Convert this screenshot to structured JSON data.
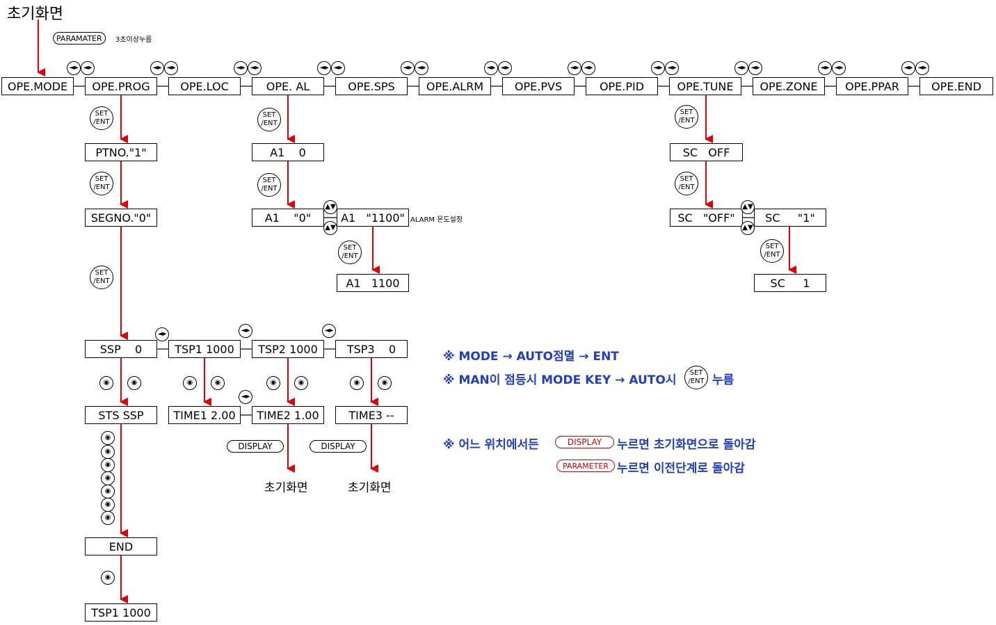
{
  "header": {
    "title": "초기화면",
    "paramater_key": "PARAMATER",
    "hold_hint": "3초이상누름"
  },
  "colors": {
    "arrow": "#e00000",
    "note": "#1f3fbf",
    "line": "#000000"
  },
  "keys": {
    "set_top": "SET",
    "set_bottom": "/ENT",
    "display": "DISPLAY",
    "parameter": "PARAMETER",
    "shift_icon": "◄▸",
    "updown_icon": "▲▼",
    "eye_icon": "◉"
  },
  "menu": [
    "OPE.MODE",
    "OPE.PROG",
    "OPE.LOC",
    "OPE. AL",
    "OPE.SPS",
    "OPE.ALRM",
    "OPE.PVS",
    "OPE.PID",
    "OPE.TUNE",
    "OPE.ZONE",
    "OPE.PPAR",
    "OPE.END"
  ],
  "prog": {
    "ptno": "PTNO.\"1\"",
    "segno": "SEGNO.\"0\"",
    "ssp": "SSP    0",
    "sts": "STS SSP",
    "end": "END",
    "tsp_last": "TSP1 1000",
    "tsp1": "TSP1 1000",
    "tsp2": "TSP2 1000",
    "tsp3": "TSP3    0",
    "time1": "TIME1 2.00",
    "time2": "TIME2 1.00",
    "time3": "TIME3 --",
    "home1": "초기화면",
    "home2": "초기화면"
  },
  "alarm": {
    "a1_0": "A1    0",
    "a1_q0": "A1    \"0\"",
    "a1_q1100": "A1   \"1100\"",
    "a1_1100": "A1   1100",
    "alarm_note": "ALARM 온도설정"
  },
  "tune": {
    "sc_off": "SC   OFF",
    "sc_qoff": "SC   \"OFF\"",
    "sc_q1": "SC     \"1\"",
    "sc_1": "SC     1"
  },
  "notes": {
    "line1": "※ MODE → AUTO점멸 → ENT",
    "line2a": "※ MAN이 점등시 MODE KEY → AUTO시",
    "line2b": "누름",
    "line3a": "※ 어느 위치에서든",
    "line3b": "누르면 초기화면으로 돌아감",
    "line4b": "누르면 이전단계로 돌아감"
  }
}
